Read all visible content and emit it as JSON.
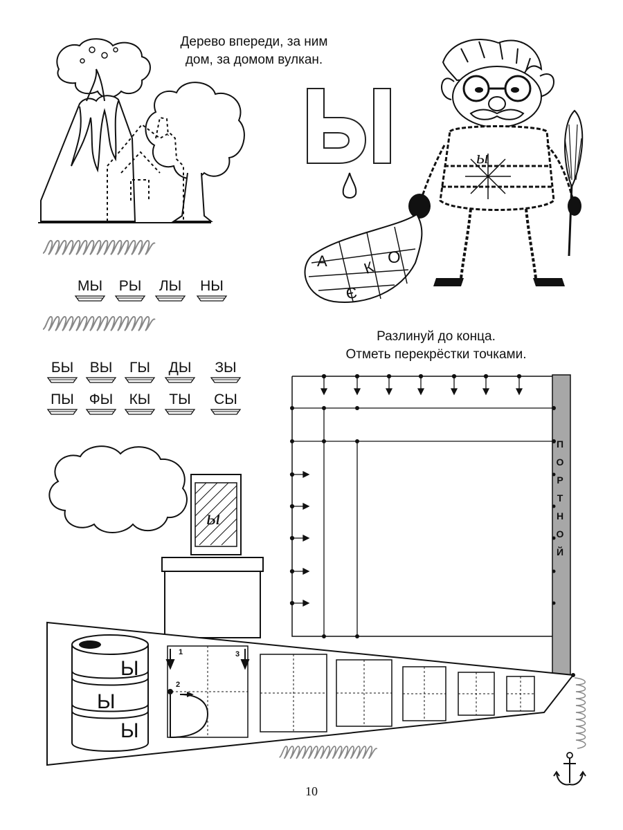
{
  "instructions": {
    "order_line1": "Дерево впереди, за ним",
    "order_line2": "дом, за домом вулкан.",
    "grid_line1": "Разлинуй до конца.",
    "grid_line2": "Отметь перекрёстки точками."
  },
  "big_letter": "Ы",
  "syllables_row1": [
    "МЫ",
    "РЫ",
    "ЛЫ",
    "НЫ"
  ],
  "syllables_row2": [
    "БЫ",
    "ВЫ",
    "ГЫ",
    "ДЫ",
    "ЗЫ"
  ],
  "syllables_row3": [
    "ПЫ",
    "ФЫ",
    "КЫ",
    "ТЫ",
    "СЫ"
  ],
  "net_letters": [
    "А",
    "Э",
    "К",
    "О"
  ],
  "vertical_word": [
    "П",
    "О",
    "Р",
    "Т",
    "Н",
    "О",
    "Й"
  ],
  "barrel_letters": [
    "Ы",
    "Ы",
    "Ы"
  ],
  "step_numbers": [
    "1",
    "2",
    "3"
  ],
  "page_number": "10"
}
